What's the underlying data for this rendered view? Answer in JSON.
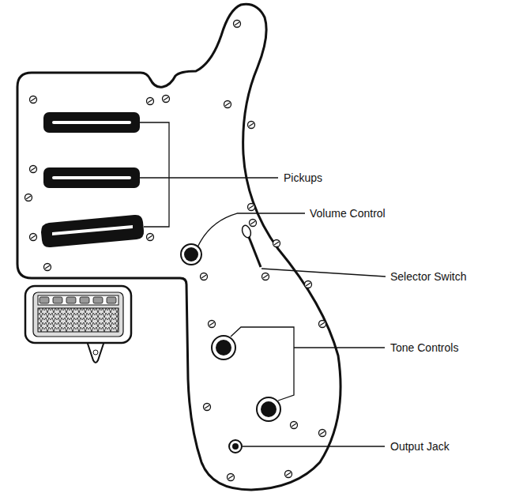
{
  "diagram": {
    "labels": [
      "Pickups",
      "Volume Control",
      "Selector Switch",
      "Tone Controls",
      "Output Jack"
    ]
  }
}
